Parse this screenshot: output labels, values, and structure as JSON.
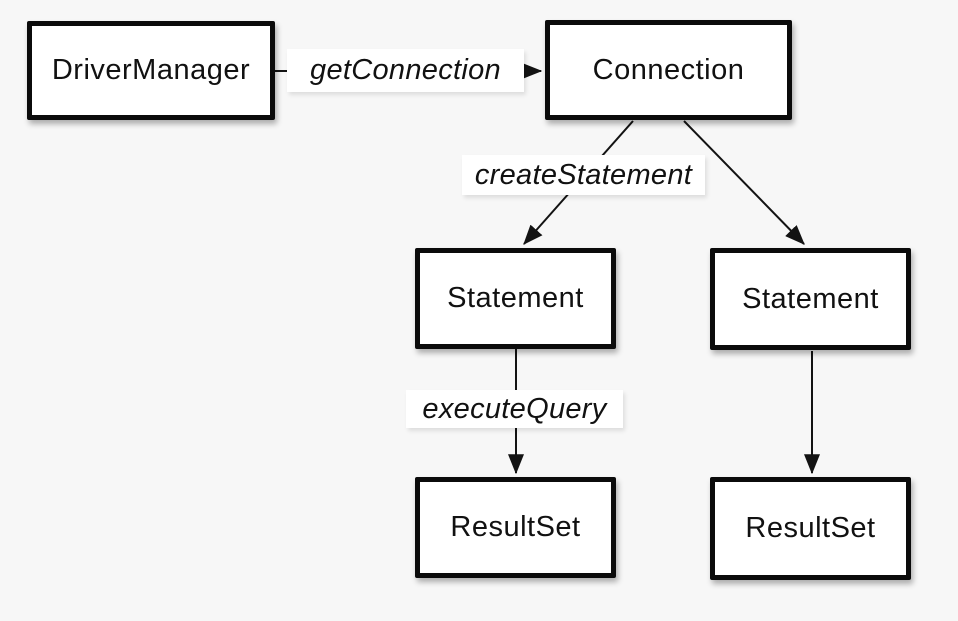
{
  "canvas": {
    "background_color": "#f7f7f7"
  },
  "diagram": {
    "nodes": [
      {
        "id": "driver-manager",
        "label": "DriverManager"
      },
      {
        "id": "connection",
        "label": "Connection"
      },
      {
        "id": "statement-left",
        "label": "Statement"
      },
      {
        "id": "statement-right",
        "label": "Statement"
      },
      {
        "id": "resultset-left",
        "label": "ResultSet"
      },
      {
        "id": "resultset-right",
        "label": "ResultSet"
      }
    ],
    "edges": [
      {
        "from": "driver-manager",
        "to": "connection",
        "label": "getConnection"
      },
      {
        "from": "connection",
        "to": "statement-left",
        "label": "createStatement"
      },
      {
        "from": "connection",
        "to": "statement-right",
        "label": ""
      },
      {
        "from": "statement-left",
        "to": "resultset-left",
        "label": "executeQuery"
      },
      {
        "from": "statement-right",
        "to": "resultset-right",
        "label": ""
      }
    ],
    "colors": {
      "node_fill": "#ffffff",
      "node_border": "#0b0b0b",
      "edge_line": "#131313",
      "label_background": "#ffffff",
      "text": "#111111",
      "background": "#f7f7f7"
    }
  }
}
